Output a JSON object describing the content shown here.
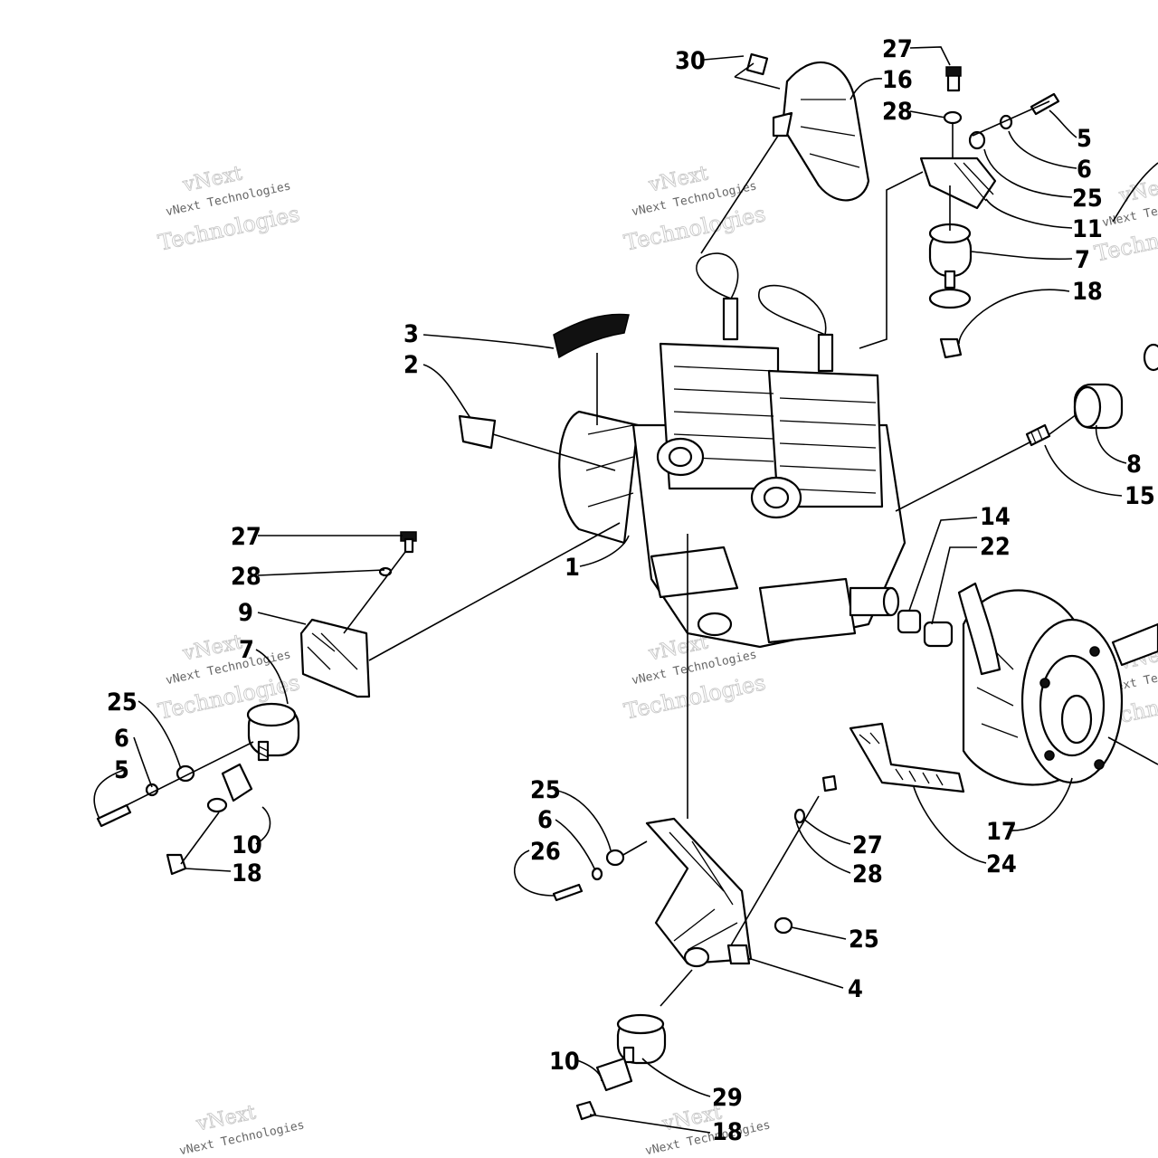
{
  "watermark": {
    "line1": "vNext",
    "line2": "vNext Technologies",
    "line3": "Technologies"
  },
  "callouts": {
    "c30": "30",
    "c16": "16",
    "c27a": "27",
    "c28a": "28",
    "c5a": "5",
    "c6a": "6",
    "c25a": "25",
    "c11": "11",
    "c7a": "7",
    "c18a": "18",
    "c3": "3",
    "c2": "2",
    "c8": "8",
    "c15": "15",
    "c1": "1",
    "c14": "14",
    "c22": "22",
    "c27b": "27",
    "c28b": "28",
    "c9": "9",
    "c7b": "7",
    "c25b": "25",
    "c6b": "6",
    "c5b": "5",
    "c10a": "10",
    "c18b": "18",
    "c17": "17",
    "c24": "24",
    "c25c": "25",
    "c6c": "6",
    "c26": "26",
    "c27c": "27",
    "c28c": "28",
    "c25d": "25",
    "c4": "4",
    "c10b": "10",
    "c29": "29",
    "c18c": "18"
  }
}
